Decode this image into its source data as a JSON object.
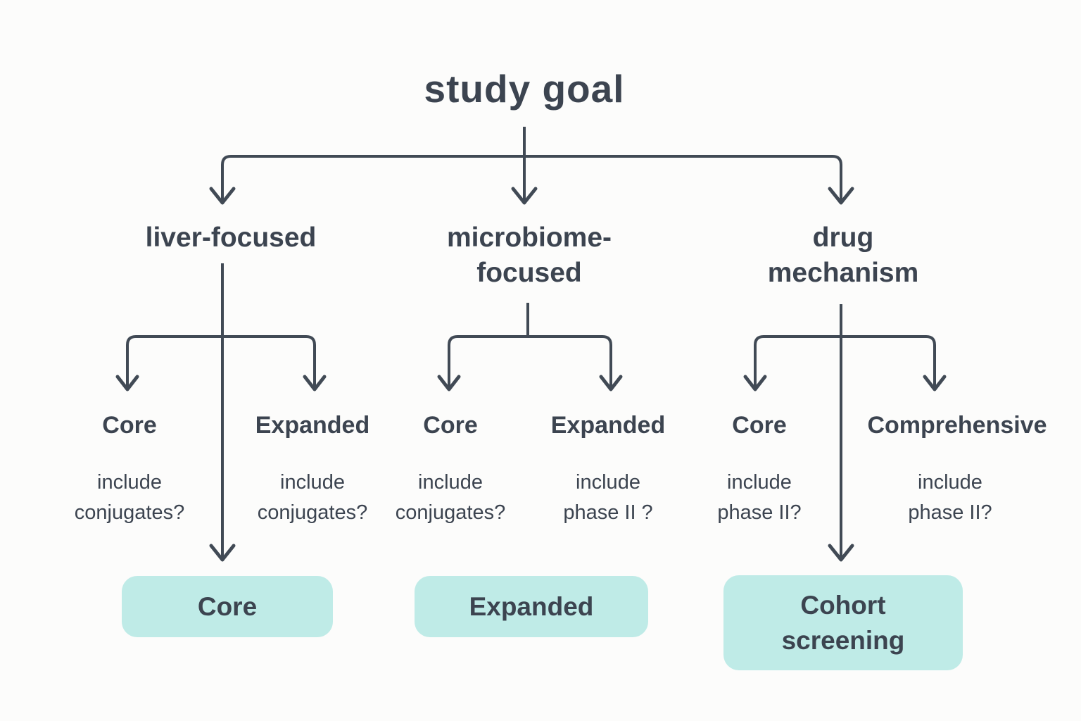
{
  "colors": {
    "background": "#fcfcfb",
    "text": "#3c4450",
    "line": "#414a55",
    "box_fill": "#bfebe7"
  },
  "diagram": {
    "title": "study goal",
    "branches": [
      {
        "label_lines": [
          "liver-focused"
        ],
        "options": [
          {
            "name": "Core",
            "question_lines": [
              "include",
              "conjugates?"
            ]
          },
          {
            "name": "Expanded",
            "question_lines": [
              "include",
              "conjugates?"
            ]
          }
        ],
        "outcome_lines": [
          "Core"
        ]
      },
      {
        "label_lines": [
          "microbiome-",
          "focused"
        ],
        "options": [
          {
            "name": "Core",
            "question_lines": [
              "include",
              "conjugates?"
            ]
          },
          {
            "name": "Expanded",
            "question_lines": [
              "include",
              "phase II ?"
            ]
          }
        ],
        "outcome_lines": [
          "Expanded"
        ]
      },
      {
        "label_lines": [
          "drug",
          "mechanism"
        ],
        "options": [
          {
            "name": "Core",
            "question_lines": [
              "include",
              "phase II?"
            ]
          },
          {
            "name": "Comprehensive",
            "question_lines": [
              "include",
              "phase II?"
            ]
          }
        ],
        "outcome_lines": [
          "Cohort",
          "screening"
        ]
      }
    ]
  }
}
